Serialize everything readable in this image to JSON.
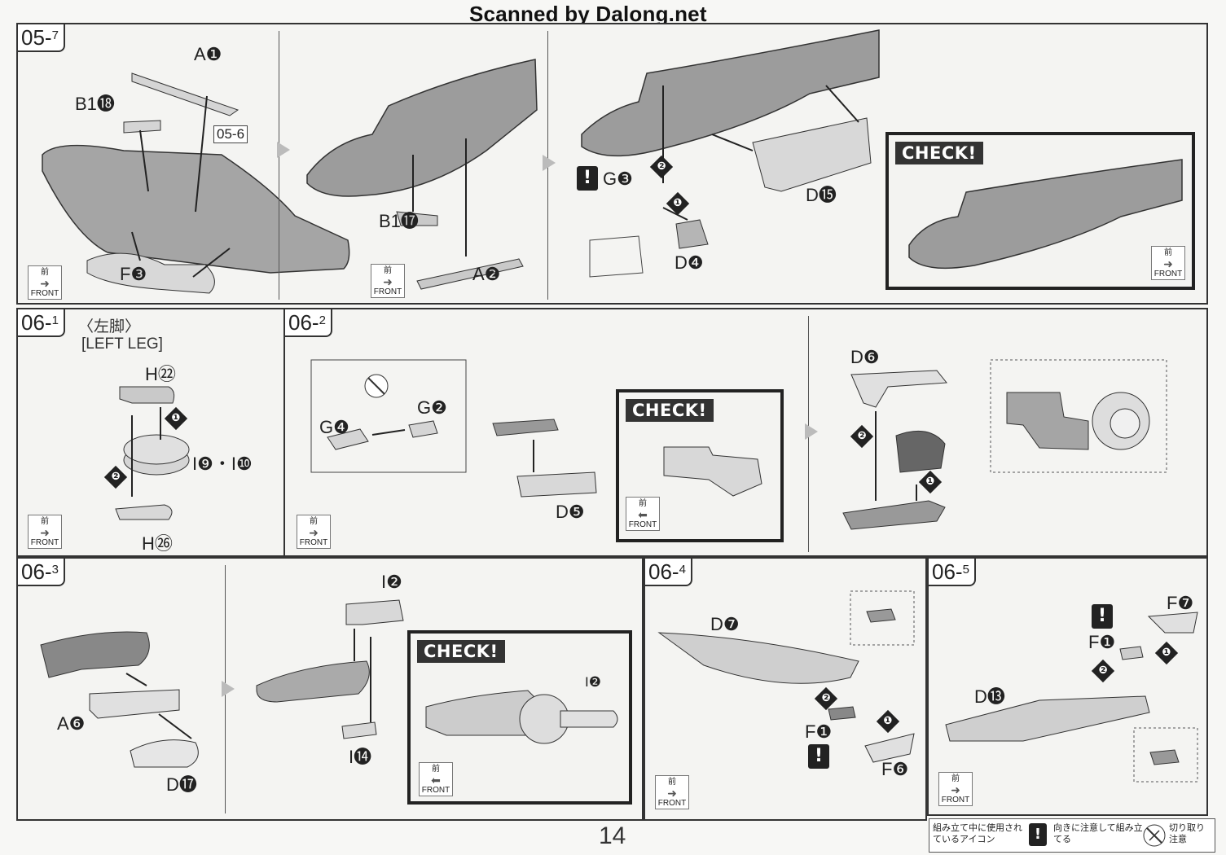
{
  "header": {
    "banner": "Scanned by Dalong.net"
  },
  "steps": {
    "s05_7": {
      "main": "05-",
      "sub": "7",
      "ref": "05-6",
      "parts": {
        "a1": "A❶",
        "b1_18": "B1⓲",
        "f3": "F❸",
        "b1_17": "B1⓱",
        "a2": "A❷",
        "g3": "G❸",
        "d4": "D❹",
        "d15": "D⓯"
      }
    },
    "s06_1": {
      "main": "06-",
      "sub": "1",
      "title_jp": "〈左脚〉",
      "title_en": "[LEFT LEG]",
      "parts": {
        "h22": "H㉒",
        "i9_10": "I❾・I❿",
        "h26": "H㉖"
      }
    },
    "s06_2": {
      "main": "06-",
      "sub": "2",
      "parts": {
        "g4": "G❹",
        "g2": "G❷",
        "d5": "D❺",
        "d6": "D❻"
      }
    },
    "s06_3": {
      "main": "06-",
      "sub": "3",
      "parts": {
        "a6": "A❻",
        "d17": "D⓱",
        "i2": "I❷",
        "i14": "I⓮",
        "i2_check": "I❷"
      }
    },
    "s06_4": {
      "main": "06-",
      "sub": "4",
      "parts": {
        "d7": "D❼",
        "f1": "F❶",
        "f6": "F❻"
      }
    },
    "s06_5": {
      "main": "06-",
      "sub": "5",
      "parts": {
        "f7": "F❼",
        "f1": "F❶",
        "d13": "D⓭"
      }
    }
  },
  "common": {
    "check": "CHECK!",
    "front_jp": "前",
    "front_en": "FRONT",
    "warn": "!",
    "n1": "❶",
    "n2": "❷"
  },
  "footer": {
    "page_number": "14",
    "legend_title": "組み立て中に使用されているアイコン",
    "legend_warn": "向きに注意して組み立てる",
    "legend_cut": "切り取り注意"
  },
  "colors": {
    "ink": "#222222",
    "panel_bg": "#f4f4f2",
    "part_gray": "#9a9a9a",
    "part_light": "#d8d8d8"
  }
}
